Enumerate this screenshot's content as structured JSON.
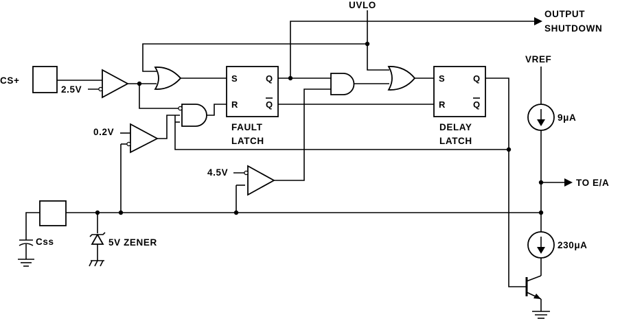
{
  "labels": {
    "uvlo": "UVLO",
    "output_shutdown_1": "OUTPUT",
    "output_shutdown_2": "SHUTDOWN",
    "cs_plus": "CS+",
    "threshold_2v5": "2.5V",
    "threshold_0v2": "0.2V",
    "threshold_4v5": "4.5V",
    "fault_latch_1": "FAULT",
    "fault_latch_2": "LATCH",
    "delay_latch_1": "DELAY",
    "delay_latch_2": "LATCH",
    "vref": "VREF",
    "source_9ua": "9μA",
    "to_ea": "TO E/A",
    "sink_230ua": "230μA",
    "css": "Css",
    "zener": "5V ZENER"
  },
  "latch_pins": {
    "s": "S",
    "r": "R",
    "q": "Q",
    "qbar": "Q"
  }
}
